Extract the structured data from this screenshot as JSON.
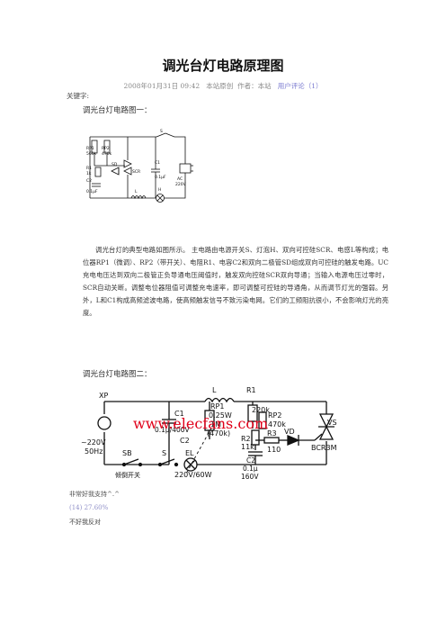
{
  "article": {
    "title": "调光台灯电路原理图",
    "date": "2008年01月31日 09:42",
    "source": "本站原创",
    "author": "作者：本站",
    "comments_link": "用户评论（1）",
    "keywords": "关键字:",
    "section1": "调光台灯电路图一：",
    "paragraph": "调光台灯的典型电路如图所示。 主电路由电源开关S、灯泡H、双向可控硅SCR、电感L等构成；电位器RP1（微调）、RP2（带开关）、电阻R1、电容C2和双向二极管SD组成双向可控硅的触发电路。UC充电电压达到双向二极管正负导通电压阈值时，触发双向控硅SCR双向导通；当输入电源电压过零时，SCR自动关断。调整电位器阻值可调整充电速率，即可调整可控硅的导通角，从而调节灯光的强弱。另外，L和C1构成高频滤波电路，使高频触发信号不致污染电网。它们的工频阻抗很小，不会影响灯光的亮度。",
    "section2": "调光台灯电路图二：",
    "vote_support": "非常好我支持^.^",
    "vote_count": "(14) 27.60%",
    "vote_oppose": "不好我反对"
  },
  "diagram1": {
    "labels": {
      "rp1": "RP1",
      "rp1_val": "560k",
      "rp2": "RP2",
      "rp2_val": "470k",
      "r1": "R1",
      "r1_val": "1k",
      "sd": "SD",
      "scr": "SCR",
      "c2": "C2",
      "c2_val": "0.1μF",
      "c1": "C1",
      "c1_val": "0.1μF",
      "l": "L",
      "s": "S",
      "h": "H",
      "ac": "AC",
      "ac_val": "220V"
    }
  },
  "diagram2": {
    "watermark": "www.elecfans.com",
    "labels": {
      "xp": "XP",
      "voltage": "~220V",
      "freq": "50Hz",
      "l": "L",
      "r1": "R1",
      "rp1": "RP1",
      "rp1_power": "0.25W",
      "rp1_val": "1M",
      "rp1_alt": "(470k)",
      "c1": "C1",
      "c1_val": "0.1μ/400V",
      "c2": "C2",
      "r1_val": "220k",
      "rp2": "RP2",
      "rp2_val": "470k",
      "r2": "R2",
      "r2_val": "11k",
      "r3": "R3",
      "r3_val": "110",
      "vd": "VD",
      "vs": "VS",
      "vs_model": "BCR3M",
      "c2b": "C2",
      "c2b_val": "0.1μ",
      "c2b_v": "160V",
      "sb": "SB",
      "sb_label": "倾倒开关",
      "s": "S",
      "el": "EL",
      "el_val": "220V/60W"
    }
  },
  "colors": {
    "meta_link": "#7b7bd0",
    "watermark": "#e0001a",
    "wire": "#111111"
  }
}
